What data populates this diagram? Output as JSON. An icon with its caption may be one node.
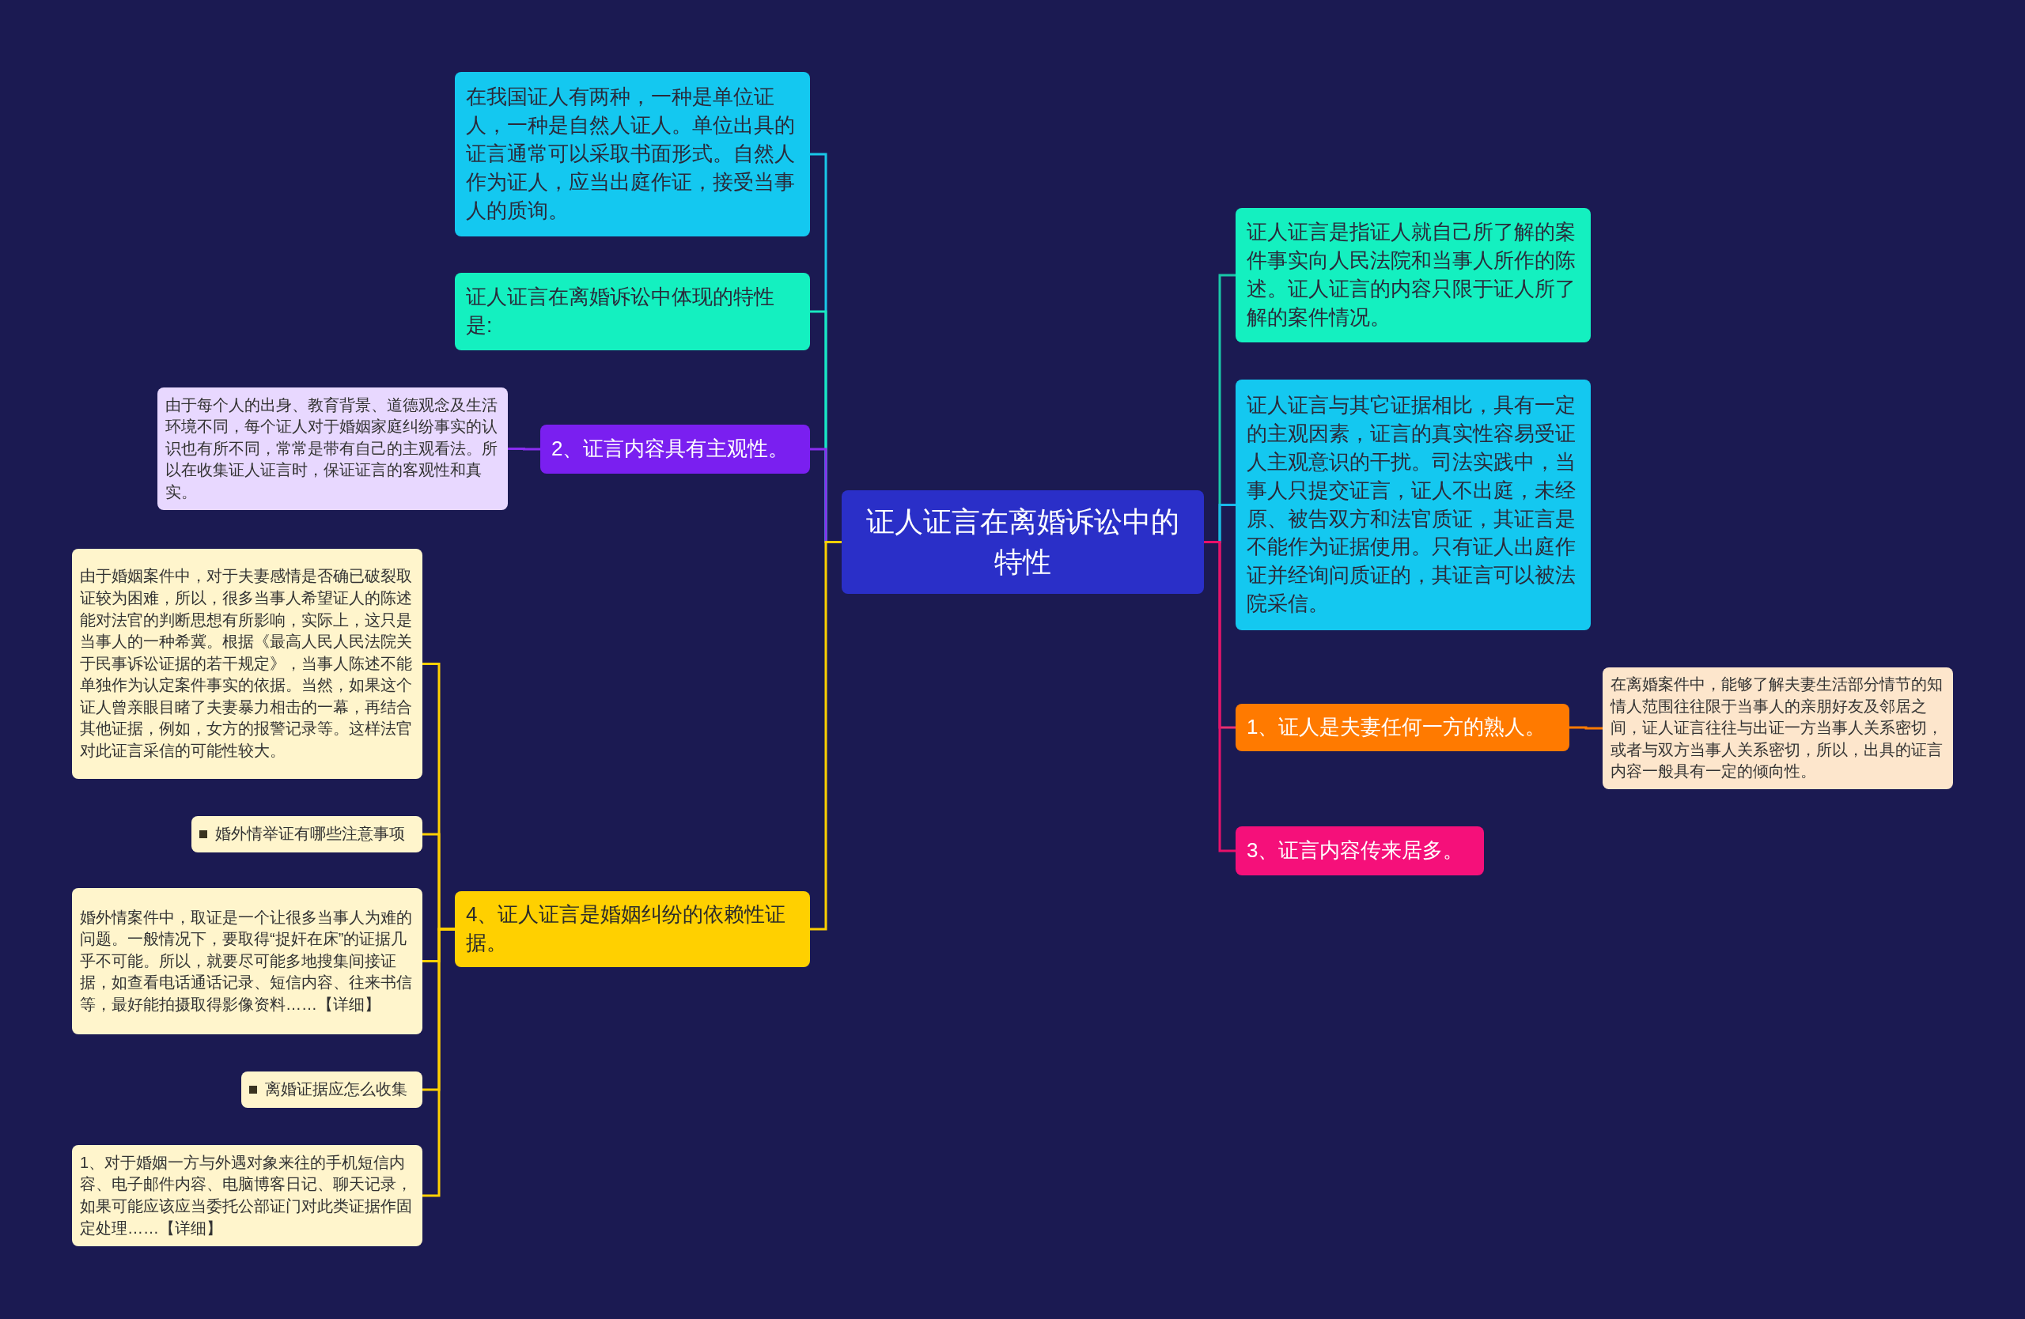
{
  "diagram": {
    "nodes": [
      {
        "text": [
          "证人证言在离婚诉讼中的特性"
        ]
      },
      {
        "text": [
          "在我国证人有两种，一种是单位证人，一种是自然人证人。单位出具的证言通常可以采取书面形式。自然人作为证人，应当出庭作证，接受当事人的质询。"
        ]
      },
      {
        "text": [
          "证人证言在离婚诉讼中体现的特性是:"
        ]
      },
      {
        "text": [
          "2、证言内容具有主观性。"
        ]
      },
      {
        "text": [
          "由于每个人的出身、教育背景、道德观念及生活环境不同，每个证人对于婚姻家庭纠纷事实的认识也有所不同，常常是带有自己的主观看法。所以在收集证人证言时，保证证言的客观性和真实。"
        ]
      },
      {
        "text": [
          "4、证人证言是婚姻纠纷的依赖性证据。"
        ]
      },
      {
        "text": [
          "由于婚姻案件中，对于夫妻感情是否确已破裂取证较为困难，所以，很多当事人希望证人的陈述能对法官的判断思想有所影响，实际上，这只是当事人的一种希冀。根据《最高人民人民法院关于民事诉讼证据的若干规定》，当事人陈述不能单独作为认定案件事实的依据。当然，如果这个证人曾亲眼目睹了夫妻暴力相击的一幕，再结合其他证据，例如，女方的报警记录等。这样法官对此证言采信的可能性较大。"
        ]
      },
      {
        "text": [
          "婚外情举证有哪些注意事项"
        ]
      },
      {
        "text": [
          "婚外情案件中，取证是一个让很多当事人为难的问题。一般情况下，要取得“捉奸在床”的证据几乎不可能。所以，就要尽可能多地搜集间接证据，如查看电话通话记录、短信内容、往来书信等，最好能拍摄取得影像资料……【详细】"
        ]
      },
      {
        "text": [
          "离婚证据应怎么收集"
        ]
      },
      {
        "text": [
          "1、对于婚姻一方与外遇对象来往的手机短信内容、电子邮件内容、电脑博客日记、聊天记录，如果可能应该应当委托公部证门对此类证据作固定处理……【详细】"
        ]
      },
      {
        "text": [
          "证人证言是指证人就自己所了解的案件事实向人民法院和当事人所作的陈述。证人证言的内容只限于证人所了解的案件情况。"
        ]
      },
      {
        "text": [
          "证人证言与其它证据相比，具有一定的主观因素，证言的真实性容易受证人主观意识的干扰。司法实践中，当事人只提交证言，证人不出庭，未经原、被告双方和法官质证，其证言是不能作为证据使用。只有证人出庭作证并经询问质证的，其证言可以被法院采信。"
        ]
      },
      {
        "text": [
          "1、证人是夫妻任何一方的熟人。"
        ]
      },
      {
        "text": [
          "在离婚案件中，能够了解夫妻生活部分情节的知情人范围往往限于当事人的亲朋好友及邻居之间，证人证言往往与出证一方当事人关系密切，或者与双方当事人关系密切，所以，出具的证言内容一般具有一定的倾向性。"
        ]
      },
      {
        "text": [
          "3、证言内容传来居多。"
        ]
      }
    ],
    "edges": [
      {
        "from": 0,
        "to": 1,
        "arrow": "none",
        "color": "#19c8e8"
      },
      {
        "from": 0,
        "to": 2,
        "arrow": "none",
        "color": "#19e8c0"
      },
      {
        "from": 0,
        "to": 3,
        "arrow": "none",
        "color": "#8a2cf0"
      },
      {
        "from": 3,
        "to": 4,
        "arrow": "none",
        "color": "#8a2cf0"
      },
      {
        "from": 0,
        "to": 5,
        "arrow": "none",
        "color": "#ffd000"
      },
      {
        "from": 5,
        "to": 6,
        "arrow": "none",
        "color": "#ffd000"
      },
      {
        "from": 5,
        "to": 7,
        "arrow": "none",
        "color": "#ffd000"
      },
      {
        "from": 5,
        "to": 8,
        "arrow": "none",
        "color": "#ffd000"
      },
      {
        "from": 5,
        "to": 9,
        "arrow": "none",
        "color": "#ffd000"
      },
      {
        "from": 5,
        "to": 10,
        "arrow": "none",
        "color": "#ffd000"
      },
      {
        "from": 0,
        "to": 11,
        "arrow": "none",
        "color": "#19c8a8"
      },
      {
        "from": 0,
        "to": 12,
        "arrow": "none",
        "color": "#19b8e8"
      },
      {
        "from": 0,
        "to": 13,
        "arrow": "none",
        "color": "#e83070"
      },
      {
        "from": 13,
        "to": 14,
        "arrow": "none",
        "color": "#ff7a00"
      },
      {
        "from": 0,
        "to": 15,
        "arrow": "none",
        "color": "#e8106a"
      }
    ]
  }
}
